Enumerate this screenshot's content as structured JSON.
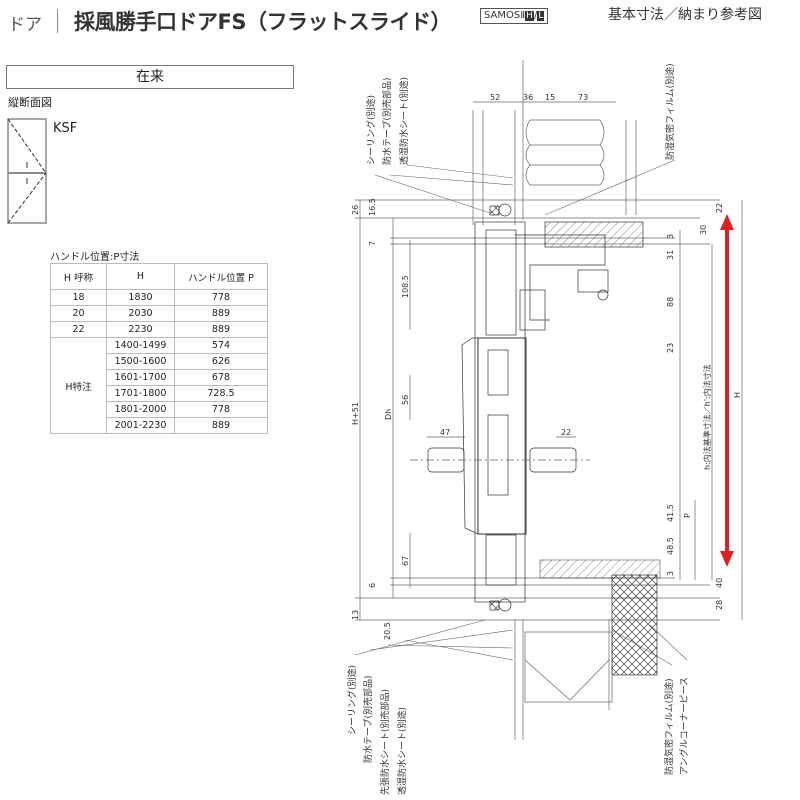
{
  "header": {
    "category": "ドア",
    "title": "採風勝手口ドアFS（フラットスライド）",
    "badge_text": "SAMOSⅡ",
    "badge_h": "H",
    "badge_sep": "/",
    "badge_l": "L",
    "doc_type": "基本寸法／納まり参考図"
  },
  "section_box": "在来",
  "section_label": "縦断面図",
  "model": "KSF",
  "table": {
    "caption": "ハンドル位置:P寸法",
    "headers": [
      "H 呼称",
      "H",
      "ハンドル位置 P"
    ],
    "rows": [
      [
        "18",
        "1830",
        "778"
      ],
      [
        "20",
        "2030",
        "889"
      ],
      [
        "22",
        "2230",
        "889"
      ]
    ],
    "special_label": "H特注",
    "special_rows": [
      [
        "1400-1499",
        "574"
      ],
      [
        "1500-1600",
        "626"
      ],
      [
        "1601-1700",
        "678"
      ],
      [
        "1701-1800",
        "728.5"
      ],
      [
        "1801-2000",
        "778"
      ],
      [
        "2001-2230",
        "889"
      ]
    ]
  },
  "drawing": {
    "top_dims": [
      "52",
      "36",
      "15",
      "73"
    ],
    "left_dims": {
      "d26": "26",
      "d16_5": "16.5",
      "d7": "7",
      "d108_5": "108.5",
      "d56": "56",
      "dh": "Dh",
      "h51": "H+51",
      "d47": "47",
      "d22": "22",
      "d67": "67",
      "d6": "6",
      "d13": "13",
      "d20_5": "20.5"
    },
    "right_dims": {
      "d22": "22",
      "d30": "30",
      "d3a": "3",
      "d31": "31",
      "d88": "88",
      "d23": "23",
      "d41_5": "41.5",
      "d48_5": "48.5",
      "d3b": "3",
      "p": "P",
      "h_label": "h:内法基準寸法／h':内法寸法",
      "H": "H",
      "d40": "40",
      "d28": "28"
    },
    "top_callouts": [
      "シーリング(別途)",
      "防水テープ(別売部品)",
      "透湿防水シート(別途)"
    ],
    "top_right_callout": "防湿気密フィルム(別途)",
    "bottom_callouts": [
      "シーリング(別途)",
      "防水テープ(別売部品)",
      "先張防水シート(別売部品)",
      "透湿防水シート(別途)"
    ],
    "bottom_right_callouts": [
      "防湿気密フィルム(別途)",
      "アングルコーナーピース"
    ],
    "accent_color": "#e02020"
  }
}
